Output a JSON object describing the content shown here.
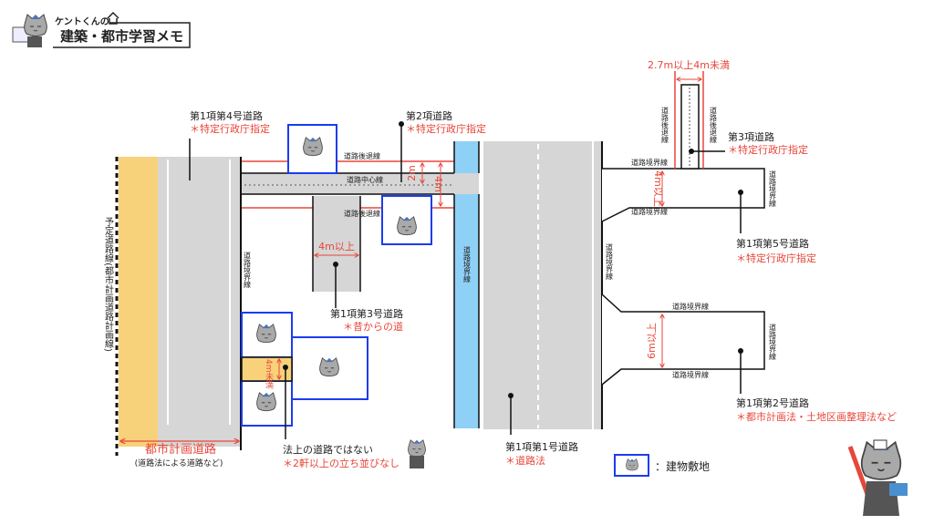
{
  "header": {
    "subtitle": "ケントくんの",
    "title": "建築・都市学習メモ"
  },
  "labels": {
    "planned_road_line": "予定道路線(都市計画道路計画線)",
    "city_plan_road": "都市計画道路",
    "city_plan_road_note": "(道路法による道路など)",
    "boundary_line": "道路境界線",
    "setback_line": "道路後退線",
    "center_line": "道路中心線"
  },
  "roads": {
    "r1_4": {
      "name": "第1項第4号道路",
      "note": "＊特定行政庁指定"
    },
    "r2": {
      "name": "第2項道路",
      "note": "＊特定行政庁指定"
    },
    "r1_3": {
      "name": "第1項第3号道路",
      "note": "＊昔からの道",
      "width": "4m以上"
    },
    "not_road": {
      "name": "法上の道路ではない",
      "note": "＊2軒以上の立ち並びなし",
      "width": "4m未満"
    },
    "r1_1": {
      "name": "第1項第1号道路",
      "note": "＊道路法"
    },
    "r3": {
      "name": "第3項道路",
      "note": "＊特定行政庁指定",
      "width": "2.7m以上4m未満"
    },
    "r1_5": {
      "name": "第1項第5号道路",
      "note": "＊特定行政庁指定",
      "width": "4m以上"
    },
    "r1_2": {
      "name": "第1項第2号道路",
      "note": "＊都市計画法・土地区画整理法など",
      "width": "6m以上"
    }
  },
  "dimensions": {
    "half": "2m",
    "full": "4m"
  },
  "legend": {
    "label": "：建物敷地",
    "icon": "cat-face-icon"
  },
  "colors": {
    "red": "#e8463a",
    "blue": "#1a3cf0",
    "road_gray": "#d6d6d6",
    "yellow": "#f8d27a",
    "light_blue": "#8fd0f7"
  }
}
